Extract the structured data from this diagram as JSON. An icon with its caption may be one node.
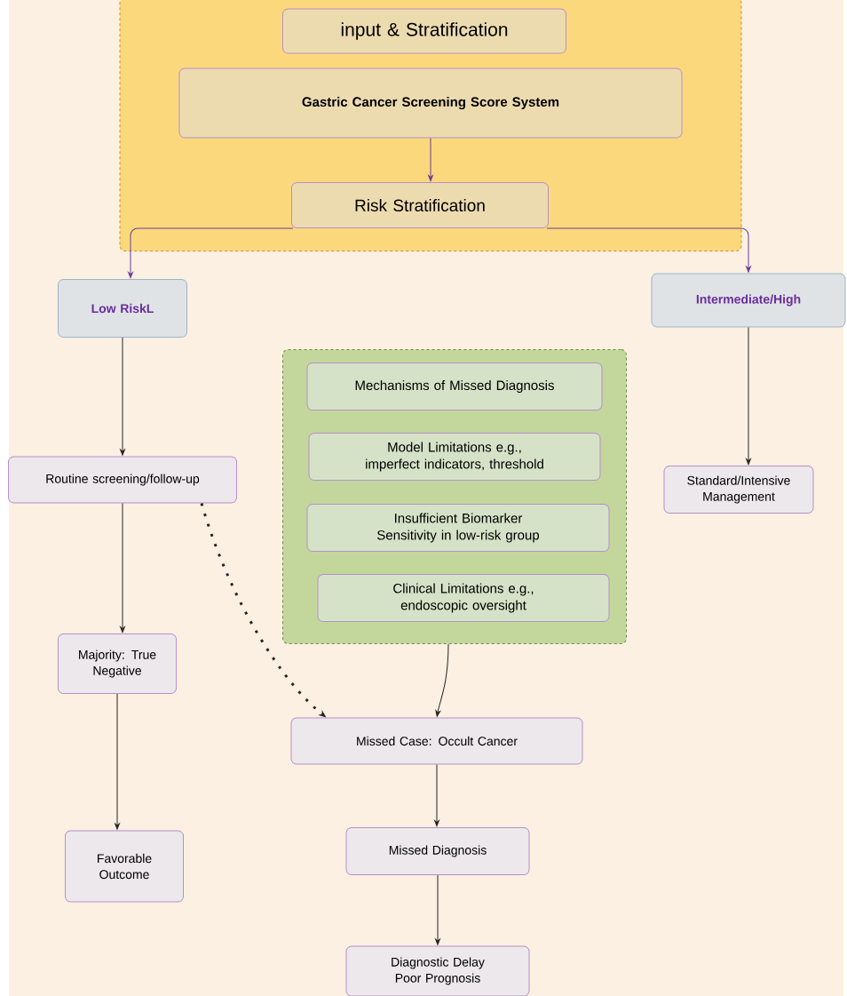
{
  "diagram": {
    "nodes": [
      {
        "text": [],
        "shape": "box"
      },
      {
        "text": [
          "input & Stratification"
        ],
        "in": 0
      },
      {
        "text": [
          "Gastric Cancer Screening Score System"
        ],
        "in": 0
      },
      {
        "text": [
          "Risk Stratification"
        ],
        "in": 0
      },
      {
        "text": [
          "Low RiskL"
        ]
      },
      {
        "text": [
          "Intermediate/High"
        ]
      },
      {
        "text": [],
        "shape": "box"
      },
      {
        "text": [
          "Mechanisms of Missed Diagnosis"
        ],
        "in": 6
      },
      {
        "text": [
          "Model Limitations e.g., imperfect indicators, threshold"
        ],
        "in": 6
      },
      {
        "text": [
          "Insufficient Biomarker Sensitivity in low-risk group"
        ],
        "in": 6
      },
      {
        "text": [
          "Clinical Limitations e.g., endoscopic oversight"
        ],
        "in": 6
      },
      {
        "text": [
          "Routine screening/follow-up"
        ]
      },
      {
        "text": [
          "Standard/Intensive Management"
        ]
      },
      {
        "text": [
          "Majority: True Negative"
        ]
      },
      {
        "text": [
          "Missed Case: Occult Cancer"
        ]
      },
      {
        "text": [
          "Favorable Outcome"
        ]
      },
      {
        "text": [
          "Missed Diagnosis"
        ]
      },
      {
        "text": [
          "Diagnostic Delay Poor Prognosis"
        ]
      }
    ],
    "edges": [
      {
        "from": 2,
        "to": 3,
        "arrow": "to",
        "color": "#6a3d9a"
      },
      {
        "from": 3,
        "to": 4,
        "arrow": "to",
        "color": "#6a3d9a"
      },
      {
        "from": 3,
        "to": 5,
        "arrow": "to",
        "color": "#6a3d9a"
      },
      {
        "from": 4,
        "to": 11,
        "arrow": "to"
      },
      {
        "from": 5,
        "to": 12,
        "arrow": "to"
      },
      {
        "from": 11,
        "to": 13,
        "arrow": "to"
      },
      {
        "from": 13,
        "to": 15,
        "arrow": "to"
      },
      {
        "from": 11,
        "to": 14,
        "arrow": "to",
        "style": "dashed"
      },
      {
        "from": 6,
        "to": 14,
        "arrow": "to"
      },
      {
        "from": 14,
        "to": 16,
        "arrow": "to"
      },
      {
        "from": 16,
        "to": 17,
        "arrow": "to"
      }
    ]
  }
}
